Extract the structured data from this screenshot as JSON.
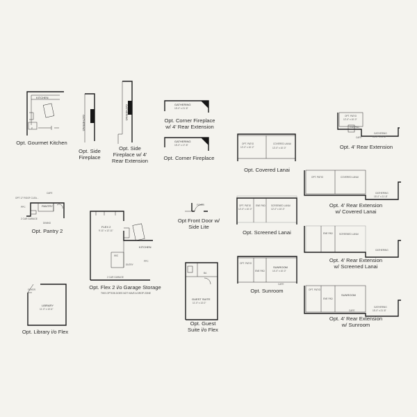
{
  "options": {
    "gourmet_kitchen": {
      "title": "Opt. Gourmet Kitchen",
      "room": "KITCHEN"
    },
    "side_fireplace": {
      "title_l1": "Opt. Side",
      "title_l2": "Fireplace",
      "room": "GATHERING"
    },
    "side_fireplace_ext": {
      "title_l1": "Opt. Side",
      "title_l2": "Fireplace w/ 4'",
      "title_l3": "Rear Extension",
      "room": "GATHERING"
    },
    "corner_fireplace_ext": {
      "title_l1": "Opt. Corner Fireplace",
      "title_l2": "w/ 4' Rear Extension",
      "room": "GATHERING",
      "dims": "15'-0\" x 21'-8\""
    },
    "corner_fireplace": {
      "title": "Opt. Corner Fireplace",
      "room": "GATHERING",
      "dims": "15'-0\" x 17'-8\""
    },
    "covered_lanai": {
      "title": "Opt. Covered Lanai",
      "patio": "OPT. PATIO",
      "patio_dims": "12'-0\" x 10'-2\"",
      "lanai": "COVERED LANAI",
      "lanai_dims": "12'-0\" x 10'-0\""
    },
    "rear_ext": {
      "title": "Opt. 4' Rear Extension",
      "patio": "OPT. PATIO",
      "patio_dims": "12'-0\" x 10'-0\"",
      "gathering": "GATHERING",
      "gathering_dims": "15'-0\" x 21'-8\"",
      "cafe": "CAFE",
      "ene": "ENE PAD"
    },
    "pantry2": {
      "title": "Opt. Pantry 2",
      "pantry": "PANTRY",
      "ppc": "PPC",
      "garage": "2 CAR GARAGE",
      "dining": "DINING",
      "cafe": "CAFE",
      "note": "OPT 17' ROOF CLEA..."
    },
    "flex2": {
      "title": "Opt. Flex 2 i/o Garage Storage",
      "note": "THIS OPTION DOES NOT HAVE A DROP ZONE",
      "flex": "FLEX 2",
      "flex_dims": "9'-11\" x 12'-11\"",
      "kitchen": "KITCHEN",
      "wic": "WIC",
      "entry": "ENTRY",
      "ppc": "PPC",
      "garage": "2 CAR GARAGE"
    },
    "front_door": {
      "title_l1": "Opt Front Door w/",
      "title_l2": "Side Lite",
      "room": "FOYER"
    },
    "screened_lanai": {
      "title": "Opt. Screened Lanai",
      "patio": "OPT. PATIO",
      "patio_dims": "12'-0\" x 10'-0\"",
      "lanai": "SCREENED LANAI",
      "lanai_dims": "12'-0\" x 10'-0\"",
      "ene": "ENE PAD"
    },
    "rear_ext_covered": {
      "title_l1": "Opt. 4' Rear Extension",
      "title_l2": "w/ Covered Lanai",
      "patio": "OPT. PATIO",
      "lanai": "COVERED LANAI",
      "gathering": "GATHERING",
      "gathering_dims": "15'-0\" x 21'-8\""
    },
    "rear_ext_screened": {
      "title_l1": "Opt. 4' Rear Extension",
      "title_l2": "w/ Screened Lanai",
      "lanai": "SCREENED LANAI",
      "gathering": "GATHERING",
      "ene": "ENE PAD"
    },
    "sunroom": {
      "title": "Opt. Sunroom",
      "patio": "OPT. PATIO",
      "room": "SUNROOM",
      "dims": "14'-0\" x 10'-0\"",
      "cafe": "CAFE",
      "ene": "ENE PAD"
    },
    "rear_ext_sunroom": {
      "title_l1": "Opt. 4' Rear Extension",
      "title_l2": "w/ Sunroom",
      "patio": "OPT. PATIO",
      "room": "SUNROOM",
      "gathering": "GATHERING",
      "gathering_dims": "15'-0\" x 21'-8\"",
      "cafe": "CAFE",
      "ene": "ENE PAD"
    },
    "library": {
      "title": "Opt. Library i/o Flex",
      "room": "LIBRARY",
      "dims": "11'-0\" x 10'-6\"",
      "foyer": "FOYER"
    },
    "guest_suite": {
      "title_l1": "Opt. Guest",
      "title_l2": "Suite i/o Flex",
      "room": "GUEST SUITE",
      "dims": "11'-0\" x 13'-0\"",
      "ba": "BA"
    }
  }
}
